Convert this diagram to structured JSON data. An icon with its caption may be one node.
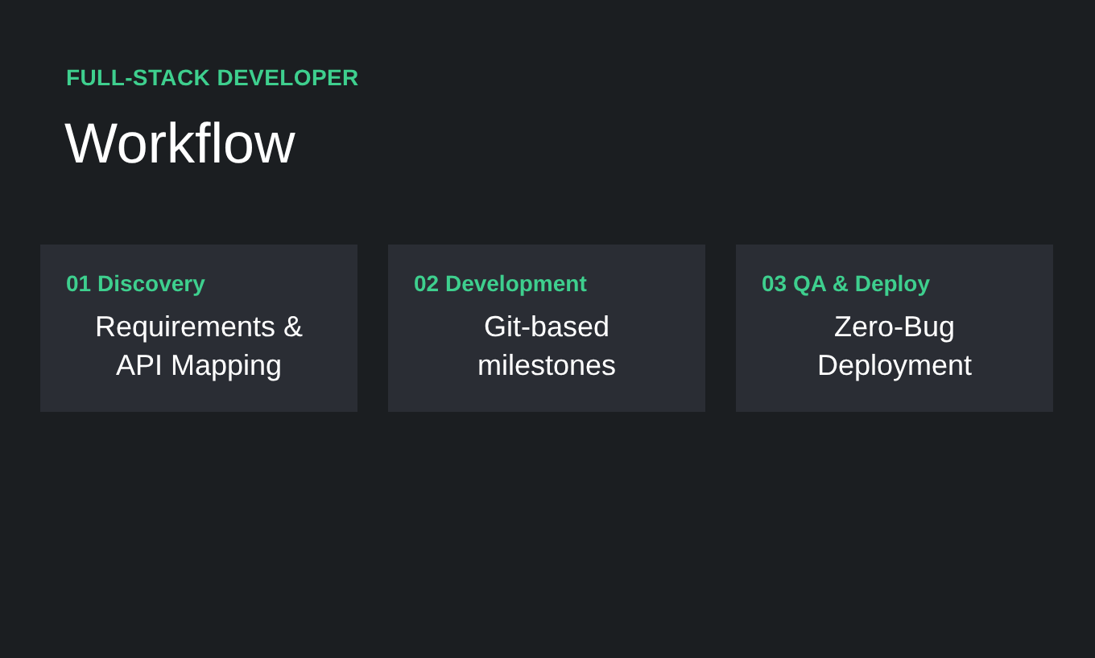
{
  "diagram": {
    "title": "Workflow",
    "nodes": [
      {
        "text": [
          "01 Discovery",
          "Requirements & API Mapping"
        ]
      },
      {
        "text": [
          "02 Development",
          "Git-based milestones"
        ]
      },
      {
        "text": [
          "03 QA & Deploy",
          "Zero-Bug Deployment"
        ]
      }
    ],
    "edges": [],
    "labels": [
      "FULL-STACK DEVELOPER"
    ]
  }
}
